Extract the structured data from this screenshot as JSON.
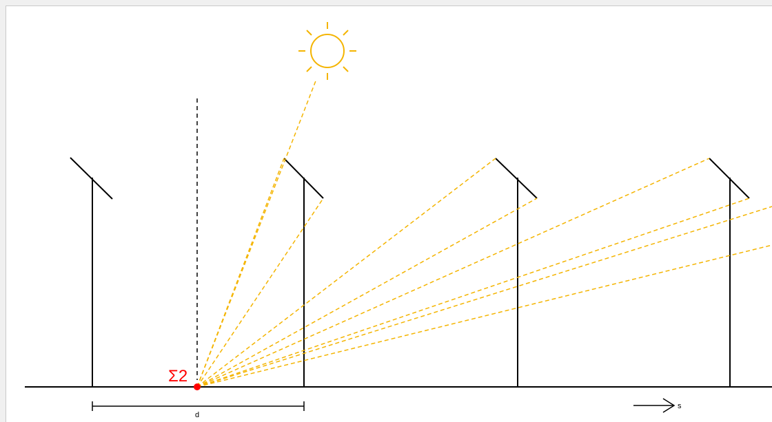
{
  "diagram": {
    "point_label": "Σ2",
    "dimension_label": "d",
    "direction_label": "s",
    "colors": {
      "structure": "#000000",
      "sun": "#f4b400",
      "rays": "#f4b400",
      "point": "#ff0000",
      "label": "#ff0000",
      "background": "#ffffff",
      "page_background": "#f0f0f0",
      "border": "#c9c9c9"
    }
  }
}
